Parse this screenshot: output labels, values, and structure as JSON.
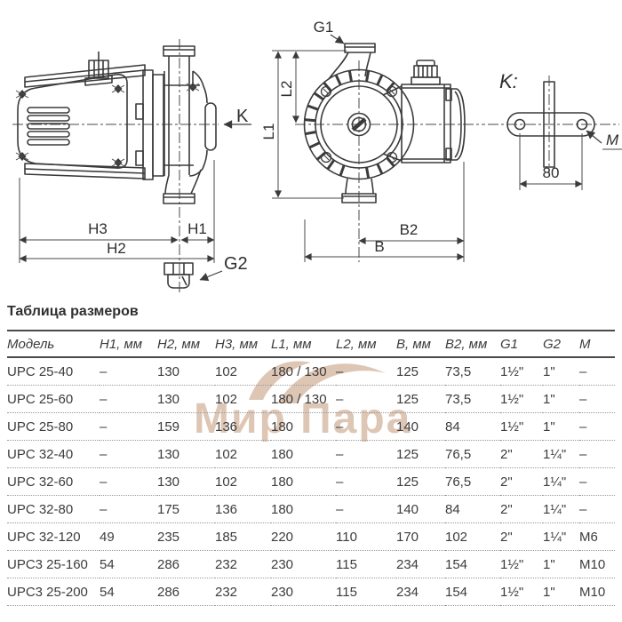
{
  "title": "Таблица размеров",
  "watermark": {
    "text": "Мир Пара",
    "color": "#bf8e6d"
  },
  "diagram": {
    "side_view": {
      "k_arrow": "K",
      "h1": "H1",
      "h2": "H2",
      "h3": "H3",
      "g2": "G2"
    },
    "front_view": {
      "g1": "G1",
      "l1": "L1",
      "l2": "L2",
      "b": "B",
      "b2": "B2"
    },
    "flange_detail": {
      "label": "K:",
      "bolt_spacing": "80",
      "thread": "M"
    }
  },
  "table": {
    "headers": [
      "Модель",
      "H1, мм",
      "H2, мм",
      "H3, мм",
      "L1, мм",
      "L2, мм",
      "B, мм",
      "B2, мм",
      "G1",
      "G2",
      "M"
    ],
    "rows": [
      [
        "UPC 25-40",
        "–",
        "130",
        "102",
        "180 / 130",
        "–",
        "125",
        "73,5",
        "1½\"",
        "1\"",
        "–"
      ],
      [
        "UPC 25-60",
        "–",
        "130",
        "102",
        "180 / 130",
        "–",
        "125",
        "73,5",
        "1½\"",
        "1\"",
        "–"
      ],
      [
        "UPC 25-80",
        "–",
        "159",
        "136",
        "180",
        "–",
        "140",
        "84",
        "1½\"",
        "1\"",
        "–"
      ],
      [
        "UPC 32-40",
        "–",
        "130",
        "102",
        "180",
        "–",
        "125",
        "76,5",
        "2\"",
        "1¼\"",
        "–"
      ],
      [
        "UPC 32-60",
        "–",
        "130",
        "102",
        "180",
        "–",
        "125",
        "76,5",
        "2\"",
        "1¼\"",
        "–"
      ],
      [
        "UPC 32-80",
        "–",
        "175",
        "136",
        "180",
        "–",
        "140",
        "84",
        "2\"",
        "1¼\"",
        "–"
      ],
      [
        "UPC 32-120",
        "49",
        "235",
        "185",
        "220",
        "110",
        "170",
        "102",
        "2\"",
        "1¼\"",
        "M6"
      ],
      [
        "UPC3 25-160",
        "54",
        "286",
        "232",
        "230",
        "115",
        "234",
        "154",
        "1½\"",
        "1\"",
        "M10"
      ],
      [
        "UPC3 25-200",
        "54",
        "286",
        "232",
        "230",
        "115",
        "234",
        "154",
        "1½\"",
        "1\"",
        "M10"
      ]
    ]
  }
}
